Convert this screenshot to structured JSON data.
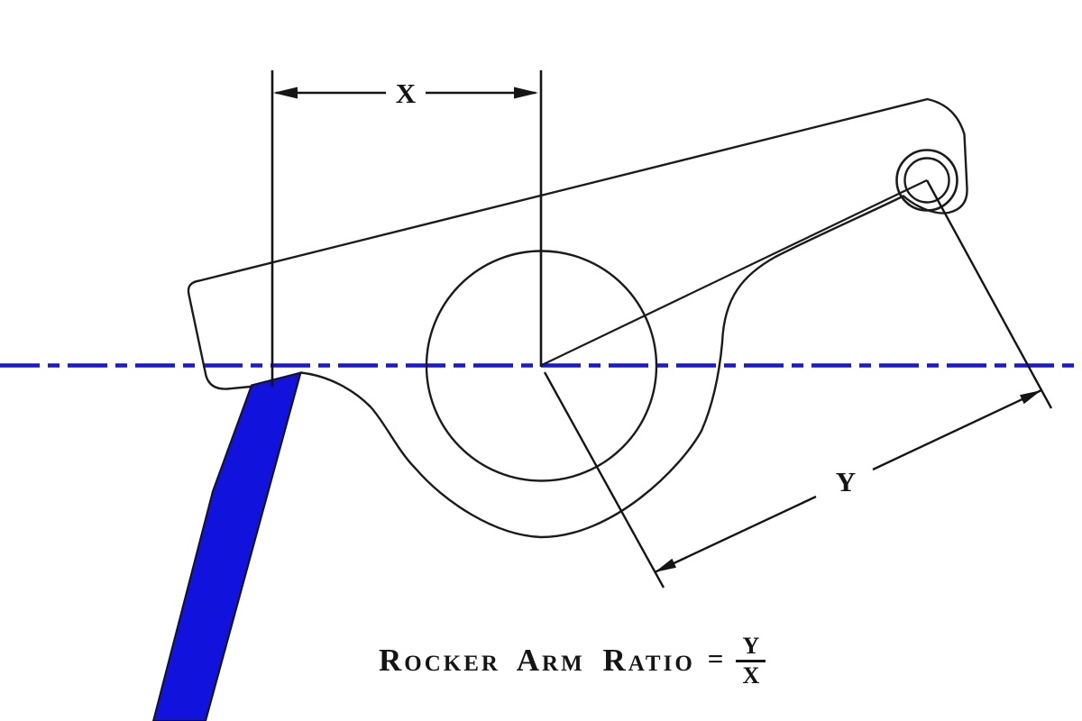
{
  "diagram": {
    "type": "rocker-arm-geometry-diagram",
    "caption": {
      "title": "Rocker Arm Ratio",
      "equals": "=",
      "fraction": {
        "numerator": "Y",
        "denominator": "X"
      }
    },
    "dimensions": {
      "x_label": "X",
      "y_label": "Y"
    },
    "colors": {
      "linework": "#1b1b1b",
      "centerline_blue": "#1616e6",
      "valve_stem_blue": "#1212dd",
      "background": "#ffffff"
    }
  }
}
